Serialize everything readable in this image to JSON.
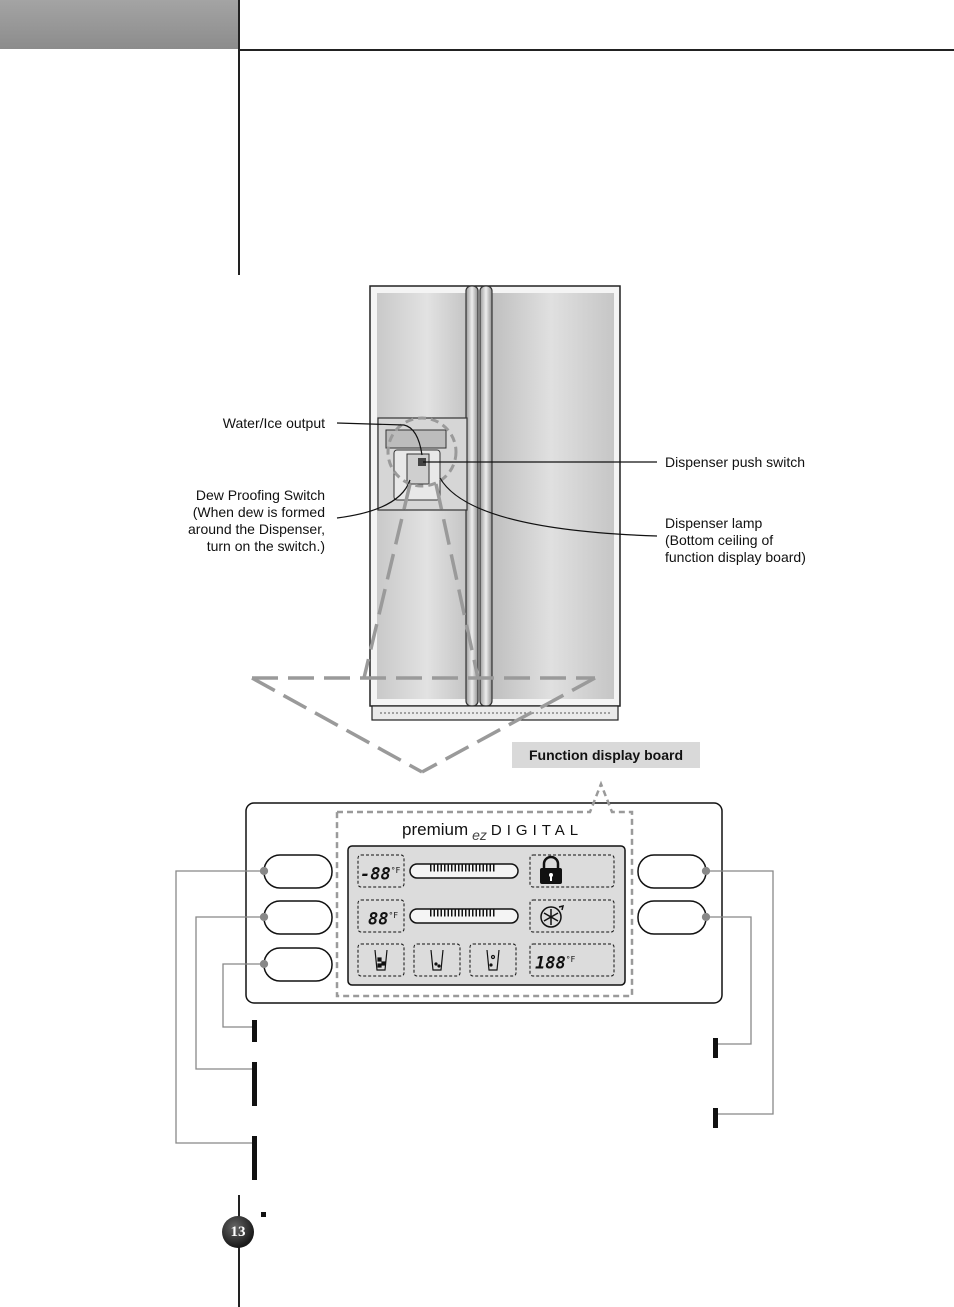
{
  "callouts": {
    "water_ice_output": "Water/Ice output",
    "dew_proofing": [
      "Dew Proofing Switch",
      "(When dew is formed",
      "around the Dispenser,",
      "turn on the switch.)"
    ],
    "dispenser_push_switch": "Dispenser push switch",
    "dispenser_lamp": [
      "Dispenser  lamp",
      "(Bottom  ceiling of",
      "function display board)"
    ],
    "function_display_board": "Function display board"
  },
  "panel": {
    "brand_main": "premium",
    "brand_ez": "ez",
    "brand_digital": "DIGITAL",
    "freezer_temp": "-88",
    "fridge_temp": "88",
    "temp_unit": "°F",
    "small_display": "188"
  },
  "page": {
    "number": "13"
  },
  "colors": {
    "header_tab": "#999999",
    "lcd_background": "#dcdcdc",
    "dashed_outline": "#999999",
    "label_background": "#d9d9d9"
  }
}
